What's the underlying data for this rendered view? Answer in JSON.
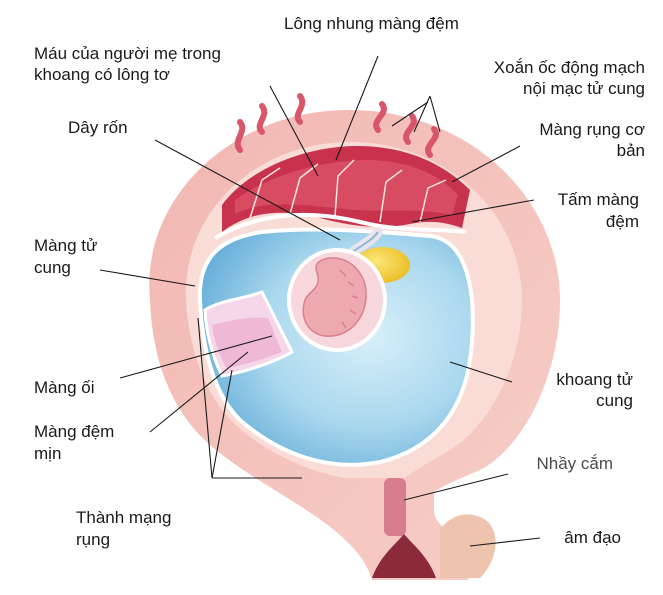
{
  "labels": {
    "long_nhung_mang_dem": "Lông nhung màng đệm",
    "mau_cua_nguoi_me_1": "Máu của người mẹ trong",
    "mau_cua_nguoi_me_2": "khoang có lông tơ",
    "xoan_oc_1": "Xoắn ốc động mạch",
    "xoan_oc_2": "nội mạc tử cung",
    "day_ron": "Dây rốn",
    "mang_rung_co_ban_1": "Màng rụng cơ",
    "mang_rung_co_ban_2": "bản",
    "tam_mang_dem_1": "Tấm màng",
    "tam_mang_dem_2": "đệm",
    "mang_tu_cung_1": "Màng tử",
    "mang_tu_cung_2": "cung",
    "mang_oi": "Màng ối",
    "khoang_tu_cung_1": "khoang tử",
    "khoang_tu_cung_2": "cung",
    "mang_dem_min_1": "Màng đệm",
    "mang_dem_min_2": "mịn",
    "nhay_cam": "Nhầy cắm",
    "thanh_mang_rung_1": "Thành mạng",
    "thanh_mang_rung_2": "rụng",
    "am_dao": "âm đạo"
  },
  "colors": {
    "uterus_wall": "#f3c2bd",
    "decidua_inner": "#f9dcd6",
    "placenta": "#c8324c",
    "amniotic_fluid": "#a9d8ef",
    "yolk_sac": "#f6d235",
    "embryo": "#eea8b0",
    "leader_line": "#1a1a1a"
  }
}
